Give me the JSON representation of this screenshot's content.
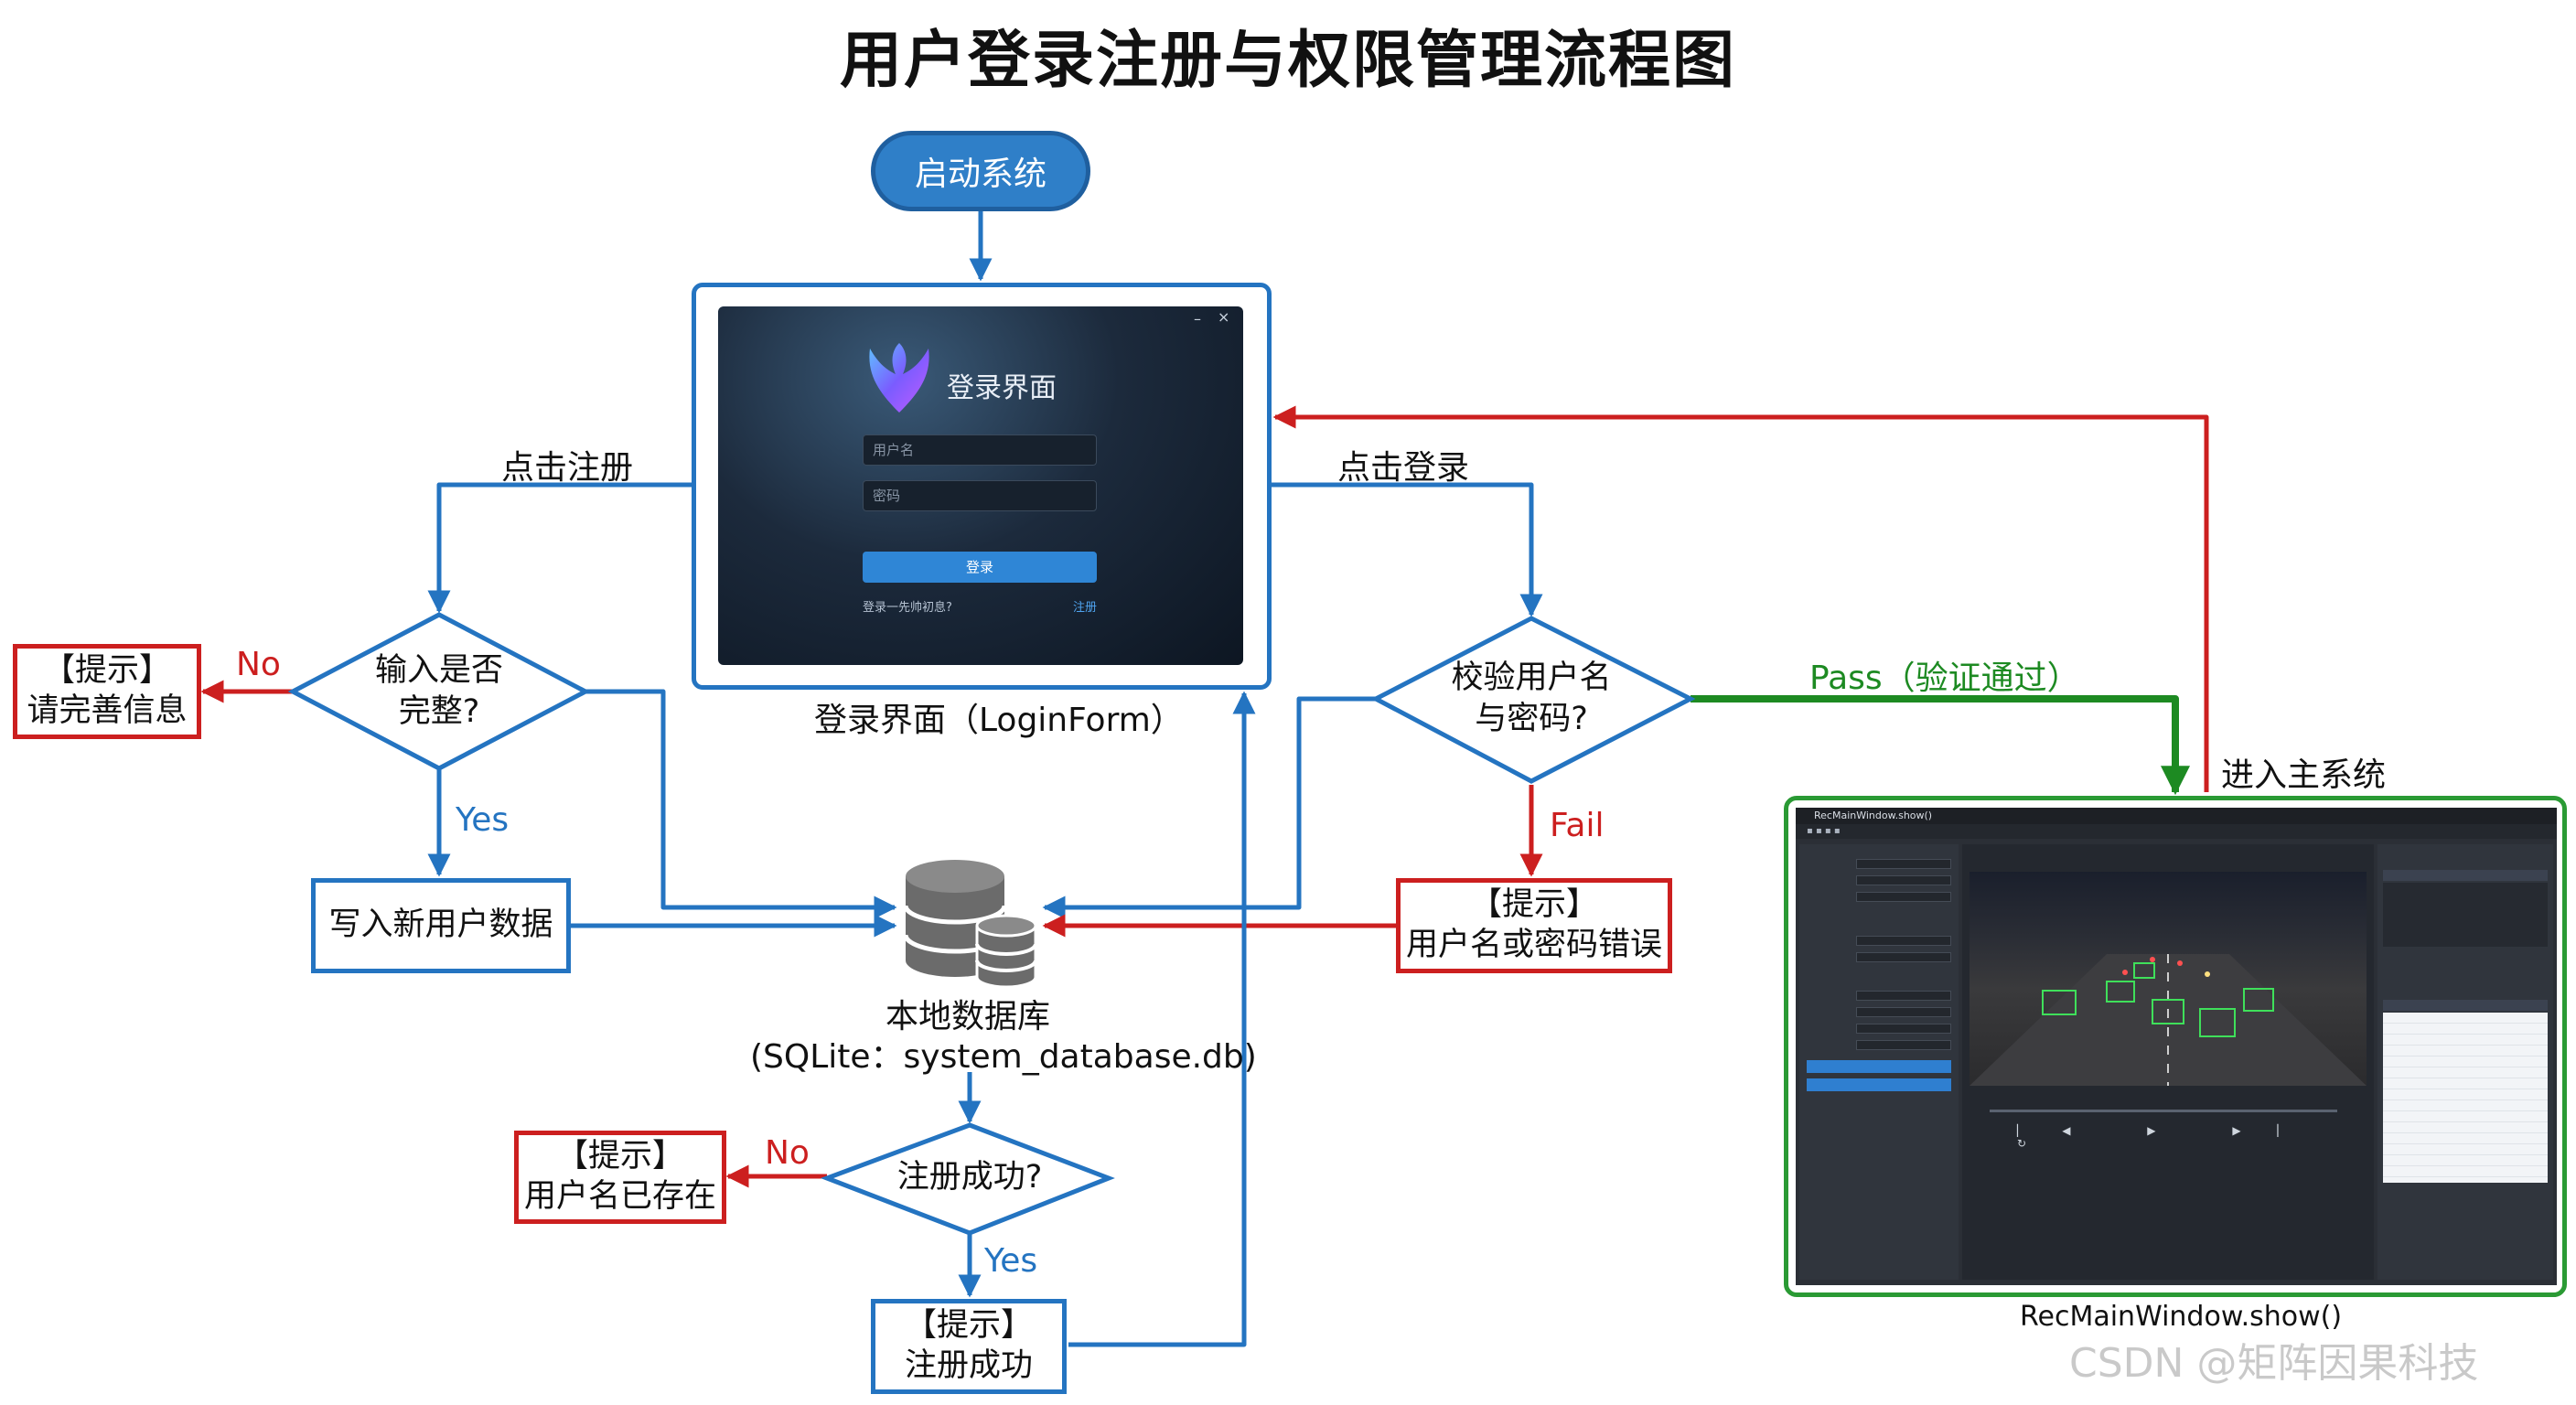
{
  "title": "用户登录注册与权限管理流程图",
  "start": "启动系统",
  "login_window": {
    "title": "登录界面",
    "username_placeholder": "用户名",
    "password_placeholder": "密码",
    "login_button": "登录",
    "forgot_text": "登录一先帅初息?",
    "register_link": "注册",
    "minimize": "–",
    "close": "×",
    "caption": "登录界面（LoginForm）"
  },
  "labels": {
    "click_register": "点击注册",
    "click_login": "点击登录",
    "pass": "Pass（验证通过）",
    "fail": "Fail",
    "enter_main": "进入主系统",
    "no_1": "No",
    "yes_1": "Yes",
    "no_2": "No",
    "yes_2": "Yes"
  },
  "nodes": {
    "input_complete": [
      "输入是否",
      "完整?"
    ],
    "verify": [
      "校验用户名",
      "与密码?"
    ],
    "register_success_q": "注册成功?",
    "write_user": "写入新用户数据",
    "db_name": "本地数据库",
    "db_detail": "(SQLite：system_database.db)",
    "tip_complete": [
      "【提示】",
      "请完善信息"
    ],
    "tip_error": [
      "【提示】",
      "用户名或密码错误"
    ],
    "tip_exists": [
      "【提示】",
      "用户名已存在"
    ],
    "tip_success": [
      "【提示】",
      "注册成功"
    ]
  },
  "main_window": {
    "title_bar": "RecMainWindow.show()",
    "caption": "RecMainWindow.show()"
  },
  "colors": {
    "blue": "#2474c1",
    "red": "#cc1f1f",
    "green": "#1d8a22",
    "start_fill": "#2f7fc8"
  },
  "watermark": "CSDN @矩阵因果科技"
}
